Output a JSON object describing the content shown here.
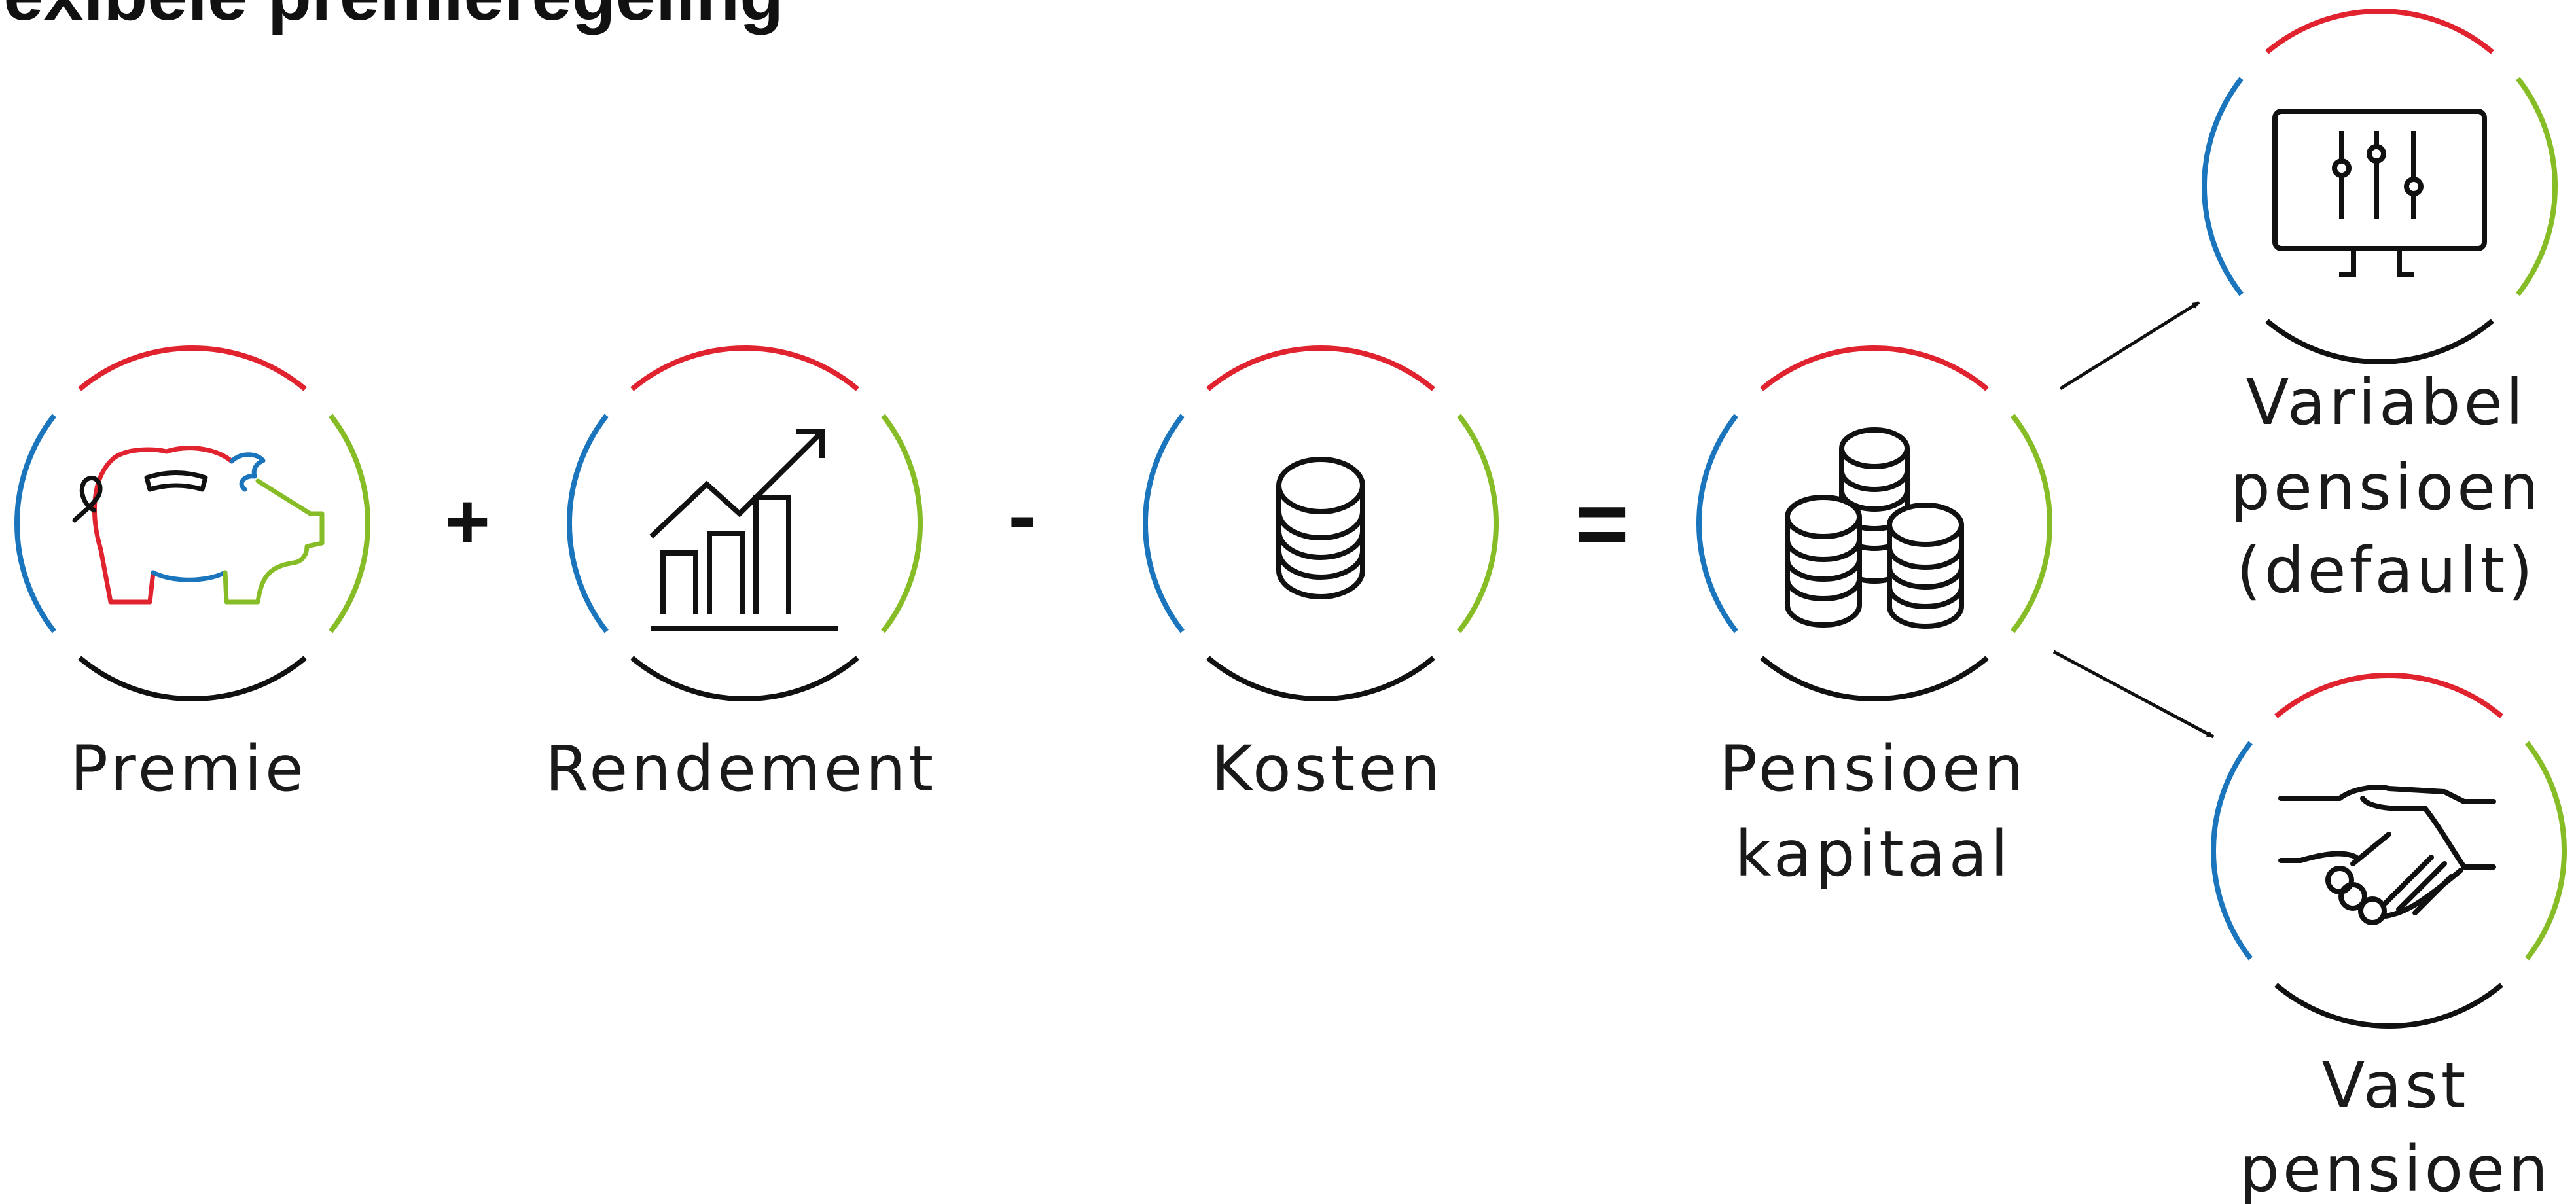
{
  "title": "flexibele premieregeling",
  "colors": {
    "red": "#e0232e",
    "blue": "#1a75bc",
    "green": "#86bc25",
    "black": "#111111"
  },
  "nodes": [
    {
      "id": "premie",
      "label_lines": [
        "Premie"
      ],
      "icon": "piggy-bank-icon"
    },
    {
      "id": "rendement",
      "label_lines": [
        "Rendement"
      ],
      "icon": "growth-chart-icon"
    },
    {
      "id": "kosten",
      "label_lines": [
        "Kosten"
      ],
      "icon": "coin-stack-icon"
    },
    {
      "id": "pensioenkapitaal",
      "label_lines": [
        "Pensioen",
        "kapitaal"
      ],
      "icon": "coin-stacks-icon"
    },
    {
      "id": "variabel",
      "label_lines": [
        "Variabel",
        "pensioen",
        "(default)"
      ],
      "icon": "control-panel-icon"
    },
    {
      "id": "vast",
      "label_lines": [
        "Vast",
        "pensioen"
      ],
      "icon": "handshake-icon"
    }
  ],
  "operators": {
    "plus": "+",
    "minus": "-",
    "equals": "="
  }
}
